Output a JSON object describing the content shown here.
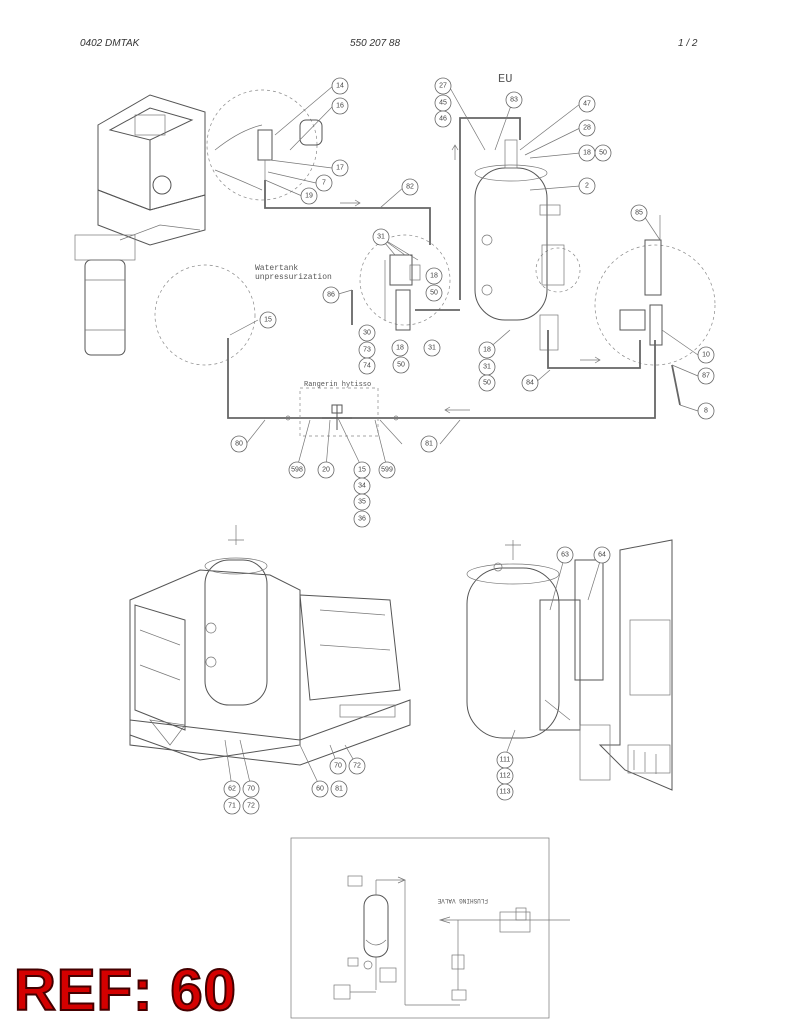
{
  "header": {
    "left": "0402 DMTAK",
    "middle": "550 207 88",
    "right": "1 /   2"
  },
  "labels": {
    "eu": "EU",
    "watertank_1": "Watertank",
    "watertank_2": "unpressurization",
    "rangerin": "Rangerin hytisso",
    "flushing_valve": "FLUSHING VALVE"
  },
  "callouts": [
    "14",
    "16",
    "17",
    "7",
    "19",
    "27",
    "45",
    "46",
    "83",
    "47",
    "28",
    "18",
    "50",
    "2",
    "85",
    "82",
    "31",
    "18",
    "50",
    "86",
    "15",
    "30",
    "73",
    "74",
    "18",
    "31",
    "50",
    "18",
    "31",
    "50",
    "84",
    "10",
    "87",
    "8",
    "80",
    "81",
    "598",
    "20",
    "15",
    "34",
    "35",
    "36",
    "599",
    "63",
    "64",
    "111",
    "112",
    "113",
    "62",
    "70",
    "71",
    "72",
    "60",
    "81",
    "70",
    "72"
  ],
  "ref_text": "REF: 60"
}
